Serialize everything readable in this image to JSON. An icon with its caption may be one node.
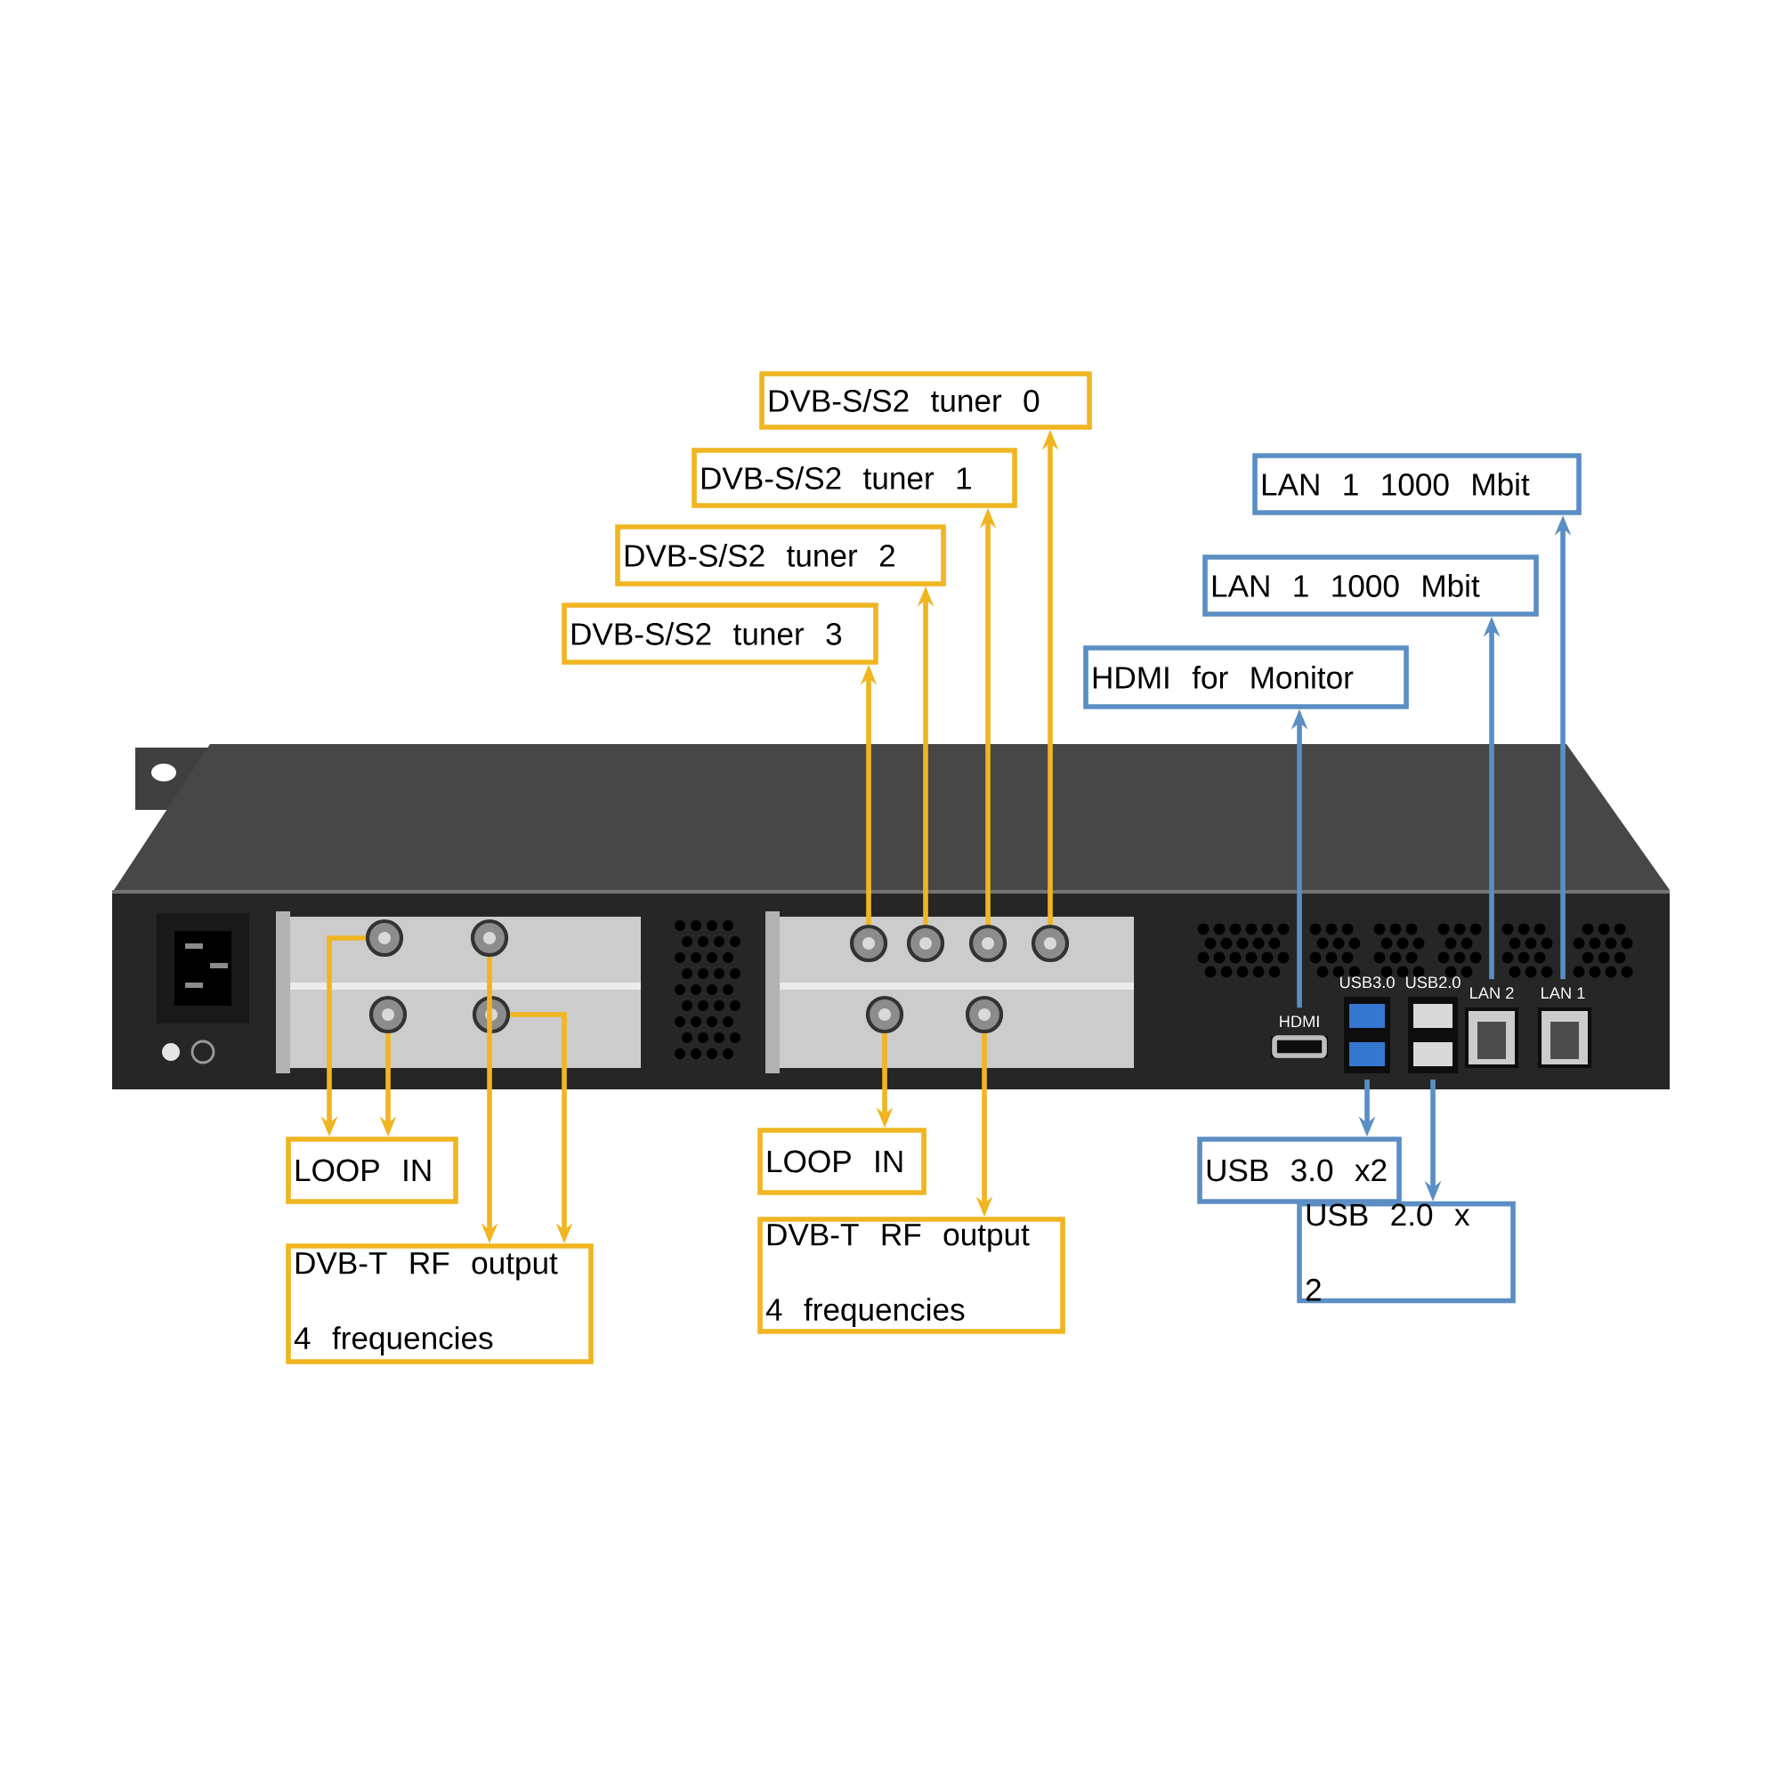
{
  "diagram": {
    "nodes": [
      {
        "text": [
          "DVB-S/S2 tuner 0"
        ]
      },
      {
        "text": [
          "DVB-S/S2 tuner 1"
        ]
      },
      {
        "text": [
          "DVB-S/S2 tuner 2"
        ]
      },
      {
        "text": [
          "DVB-S/S2 tuner 3"
        ]
      },
      {
        "text": [
          "LAN 1 1000 Mbit"
        ]
      },
      {
        "text": [
          "LAN 1 1000 Mbit"
        ]
      },
      {
        "text": [
          "HDMI for Monitor"
        ]
      },
      {
        "text": [
          "LOOP IN"
        ]
      },
      {
        "text": [
          "LOOP IN"
        ]
      },
      {
        "text": [
          "DVB-T RF output 4 frequencies"
        ]
      },
      {
        "text": [
          "DVB-T RF output 4 frequencies"
        ]
      },
      {
        "text": [
          "USB 3.0 x2"
        ]
      },
      {
        "text": [
          "USB 2.0 x 2"
        ]
      },
      {
        "text": [],
        "shape": "circle"
      },
      {
        "text": [],
        "shape": "circle"
      },
      {
        "text": [],
        "shape": "circle"
      },
      {
        "text": [],
        "shape": "circle"
      },
      {
        "text": [],
        "shape": "circle"
      },
      {
        "text": [],
        "shape": "circle"
      },
      {
        "text": [],
        "shape": "circle"
      },
      {
        "text": [],
        "shape": "circle"
      },
      {
        "text": [],
        "shape": "circle"
      },
      {
        "text": [],
        "shape": "circle"
      },
      {
        "text": [
          "HDMI"
        ]
      },
      {
        "text": [
          "USB3.0"
        ]
      },
      {
        "text": [
          "USB2.0"
        ]
      },
      {
        "text": [
          "LAN 2"
        ]
      },
      {
        "text": [
          "LAN 1"
        ]
      }
    ],
    "edges": [
      {
        "from": 20,
        "to": 0,
        "arrow": "to"
      },
      {
        "from": 19,
        "to": 1,
        "arrow": "to"
      },
      {
        "from": 18,
        "to": 2,
        "arrow": "to"
      },
      {
        "from": 17,
        "to": 3,
        "arrow": "to"
      },
      {
        "from": 27,
        "to": 4,
        "arrow": "to",
        "color": "#5b8ec4"
      },
      {
        "from": 26,
        "to": 5,
        "arrow": "to",
        "color": "#5b8ec4"
      },
      {
        "from": 23,
        "to": 6,
        "arrow": "to",
        "color": "#5b8ec4"
      },
      {
        "from": 13,
        "to": 7,
        "arrow": "to"
      },
      {
        "from": 15,
        "to": 7,
        "arrow": "to"
      },
      {
        "from": 21,
        "to": 8,
        "arrow": "to"
      },
      {
        "from": 16,
        "to": 9,
        "arrow": "to"
      },
      {
        "from": 14,
        "to": 9,
        "arrow": "to"
      },
      {
        "from": 22,
        "to": 10,
        "arrow": "to"
      },
      {
        "from": 24,
        "to": 11,
        "arrow": "to",
        "color": "#5b8ec4"
      },
      {
        "from": 25,
        "to": 12,
        "arrow": "to",
        "color": "#5b8ec4"
      }
    ]
  }
}
